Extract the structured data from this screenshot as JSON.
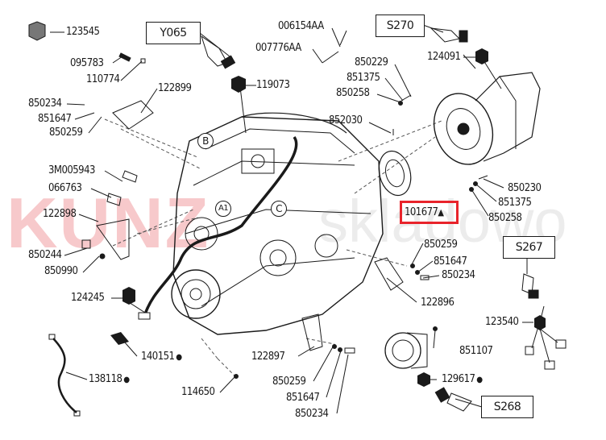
{
  "watermark": {
    "brand": "KUNZ",
    "suffix": "skladowo"
  },
  "reference_boxes": [
    {
      "id": "Y065",
      "label": "Y065"
    },
    {
      "id": "S270",
      "label": "S270"
    },
    {
      "id": "S267",
      "label": "S267"
    },
    {
      "id": "S268",
      "label": "S268"
    }
  ],
  "view_markers": [
    "B",
    "A1",
    "C"
  ],
  "highlighted_part": {
    "number": "101677",
    "marker": "▲"
  },
  "parts": [
    {
      "number": "123545"
    },
    {
      "number": "095783"
    },
    {
      "number": "110774"
    },
    {
      "number": "122899"
    },
    {
      "number": "850234"
    },
    {
      "number": "851647"
    },
    {
      "number": "850259"
    },
    {
      "number": "006154AA"
    },
    {
      "number": "007776AA"
    },
    {
      "number": "119073"
    },
    {
      "number": "850229"
    },
    {
      "number": "851375"
    },
    {
      "number": "850258"
    },
    {
      "number": "124091"
    },
    {
      "number": "852030"
    },
    {
      "number": "3M005943"
    },
    {
      "number": "066763"
    },
    {
      "number": "122898"
    },
    {
      "number": "850244"
    },
    {
      "number": "850990"
    },
    {
      "number": "850230"
    },
    {
      "number": "851375"
    },
    {
      "number": "850258"
    },
    {
      "number": "850259"
    },
    {
      "number": "851647"
    },
    {
      "number": "850234"
    },
    {
      "number": "122896"
    },
    {
      "number": "124245"
    },
    {
      "number": "123540"
    },
    {
      "number": "140151",
      "dot": true
    },
    {
      "number": "138118",
      "dot": true
    },
    {
      "number": "122897"
    },
    {
      "number": "851107"
    },
    {
      "number": "114650"
    },
    {
      "number": "850259"
    },
    {
      "number": "851647"
    },
    {
      "number": "850234"
    },
    {
      "number": "129617",
      "dot": true
    }
  ]
}
